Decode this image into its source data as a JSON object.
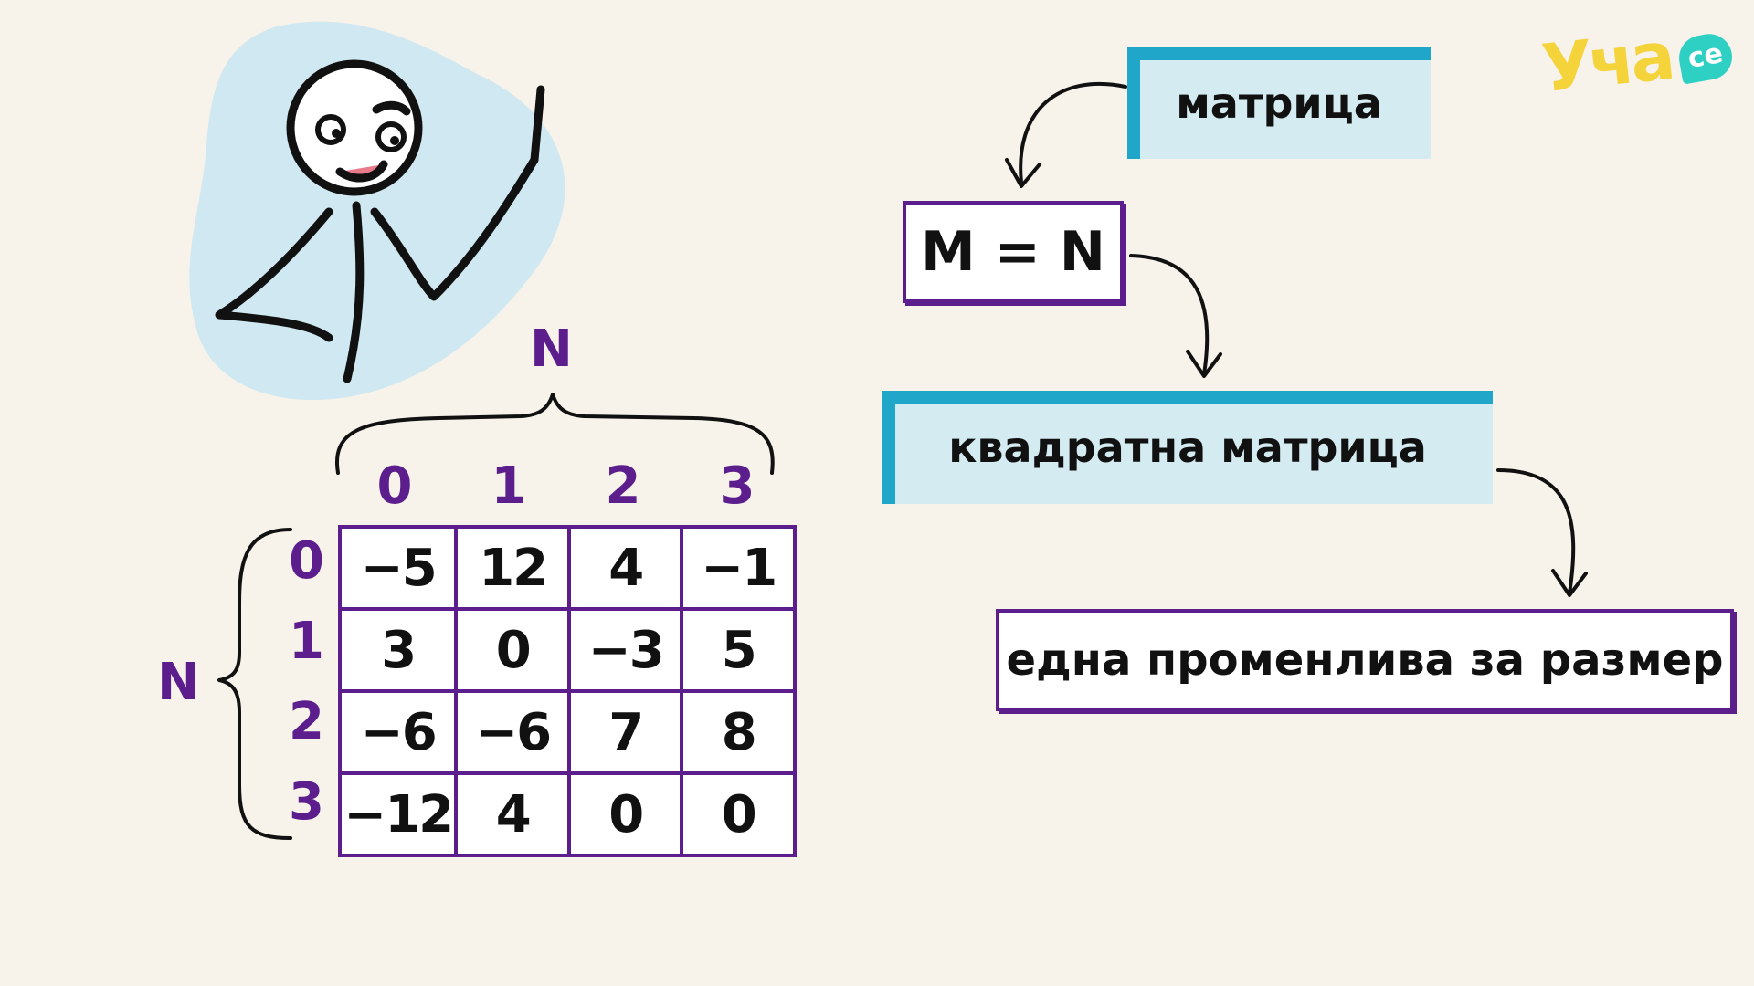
{
  "logo": {
    "word": "Уча",
    "badge": "се"
  },
  "matrix": {
    "top_label": "N",
    "left_label": "N",
    "col_indices": [
      "0",
      "1",
      "2",
      "3"
    ],
    "row_indices": [
      "0",
      "1",
      "2",
      "3"
    ],
    "rows": [
      [
        "−5",
        "12",
        "4",
        "−1"
      ],
      [
        "3",
        "0",
        "−3",
        "5"
      ],
      [
        "−6",
        "−6",
        "7",
        "8"
      ],
      [
        "−12",
        "4",
        "0",
        "0"
      ]
    ]
  },
  "flow": {
    "box_matrix": "матрица",
    "box_mn": "M = N",
    "box_square": "квадратна матрица",
    "box_variable": "една променлива за размер"
  },
  "colors": {
    "purple": "#5b1e8c",
    "teal": "#1fa6c9",
    "teal_light": "#d4ebf1",
    "blob": "#cfe8f1",
    "background": "#f7f2ea"
  }
}
